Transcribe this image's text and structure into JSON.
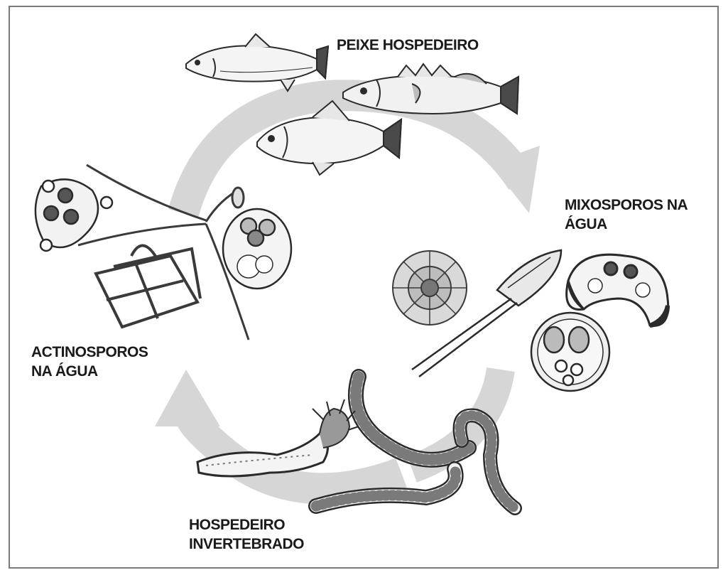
{
  "labels": {
    "fish_host": "PEIXE HOSPEDEIRO",
    "myxospores_line1": "MIXOSPOROS NA",
    "myxospores_line2": "ÁGUA",
    "actinospores_line1": "ACTINOSPOROS",
    "actinospores_line2": "NA ÁGUA",
    "invertebrate_line1": "HOSPEDEIRO",
    "invertebrate_line2": "INVERTEBRADO"
  },
  "colors": {
    "arrow": "#d6d6d6",
    "outline": "#2a2a2a",
    "fill_light": "#f2f2f2",
    "fill_mid": "#bdbdbd",
    "fill_dark": "#3a3a3a"
  }
}
